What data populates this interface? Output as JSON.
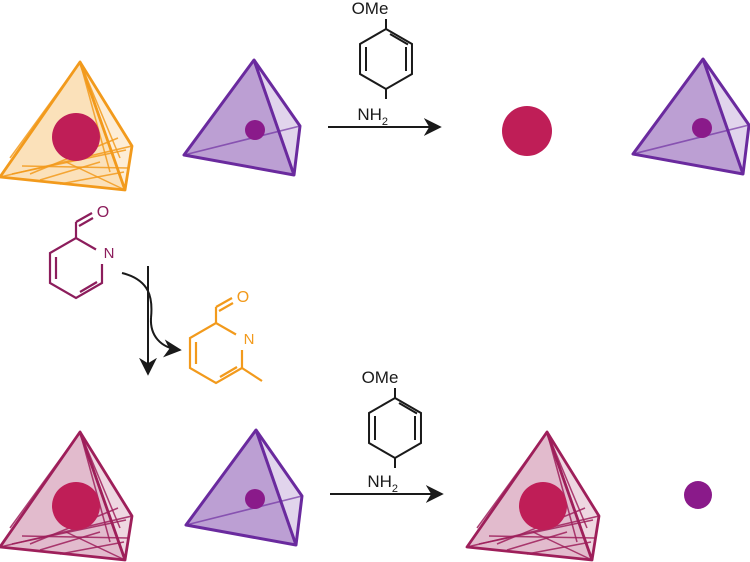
{
  "colors": {
    "orange": "#f29a1c",
    "purple": "#6a2a9e",
    "purple_fill": "#a78fd0",
    "crimson": "#9e1f5a",
    "crimson_fill": "#b94b7a",
    "guest_red": "#bf1e57",
    "guest_purple": "#8a1a8a",
    "ink": "#1a1a1a"
  },
  "anisidine": {
    "top_group": "OMe",
    "bottom_group": "NH",
    "bottom_subscript": "2"
  },
  "pyridine_aldehyde": {
    "oxygen": "O",
    "nitrogen": "N"
  },
  "methyl_pyridine_aldehyde": {
    "oxygen": "O",
    "nitrogen": "N"
  },
  "icons": {
    "cage_large": "tetrahedral-cage-icon",
    "tetrahedron_small": "tetrahedron-host-icon",
    "guest": "guest-sphere-icon",
    "arrow": "reaction-arrow-icon"
  }
}
